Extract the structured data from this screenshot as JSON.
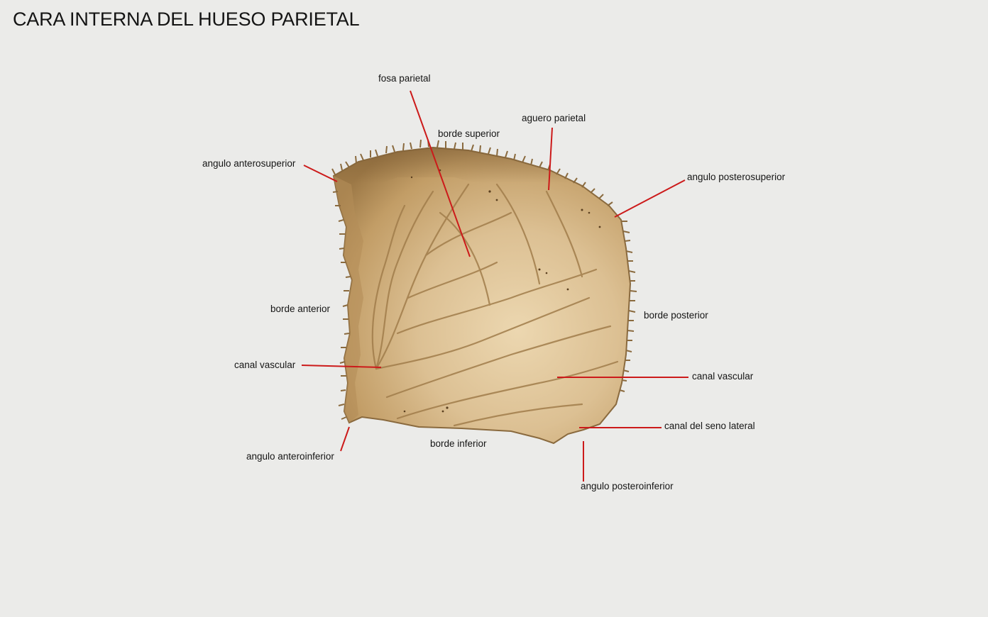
{
  "title": "CARA INTERNA DEL HUESO PARIETAL",
  "colors": {
    "background": "#ebebe9",
    "bone_light": "#e6cfa6",
    "bone_mid": "#c9a672",
    "bone_dark": "#8c6b3f",
    "leader_line": "#cc1a1a"
  },
  "labels": {
    "fosa_parietal": "fosa parietal",
    "aguero_parietal": "aguero parietal",
    "borde_superior": "borde superior",
    "angulo_anterosuperior": "angulo anterosuperior",
    "angulo_posterosuperior": "angulo posterosuperior",
    "borde_anterior": "borde anterior",
    "borde_posterior": "borde posterior",
    "canal_vascular_left": "canal vascular",
    "canal_vascular_right": "canal vascular",
    "canal_seno_lateral": "canal del seno lateral",
    "borde_inferior": "borde inferior",
    "angulo_anteroinferior": "angulo anteroinferior",
    "angulo_posteroinferior": "angulo posteroinferior"
  }
}
